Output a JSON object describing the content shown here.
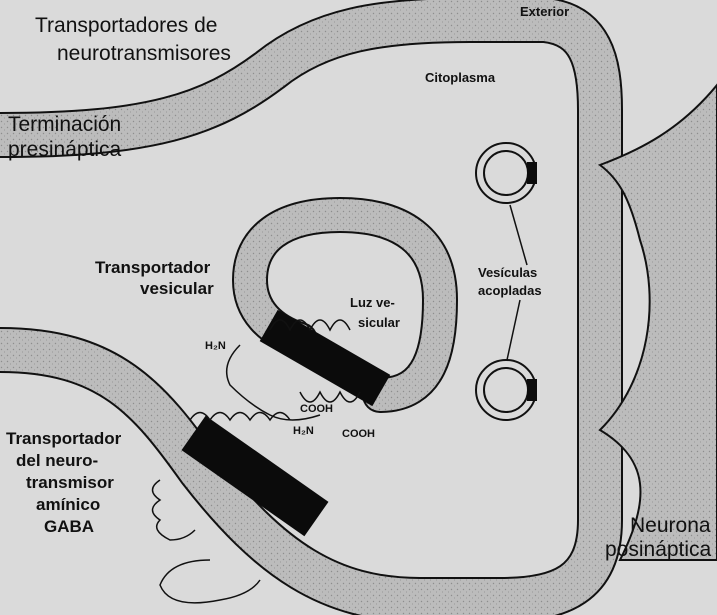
{
  "title_line1": "Transportadores de",
  "title_line2": "neurotransmisores",
  "exterior": "Exterior",
  "cytoplasm": "Citoplasma",
  "presynaptic_line1": "Terminación",
  "presynaptic_line2": "presináptica",
  "vesicular_transporter_line1": "Transportador",
  "vesicular_transporter_line2": "vesicular",
  "lumen_line1": "Luz ve-",
  "lumen_line2": "sicular",
  "docked_line1": "Vesículas",
  "docked_line2": "acopladas",
  "h2n_upper": "H₂N",
  "cooh_upper": "COOH",
  "h2n_lower": "H₂N",
  "cooh_lower": "COOH",
  "gaba_line1": "Transportador",
  "gaba_line2": "del neuro-",
  "gaba_line3": "transmisor",
  "gaba_line4": "amínico",
  "gaba_line5": "GABA",
  "postsynaptic_line1": "Neurona",
  "postsynaptic_line2": "posináptica",
  "colors": {
    "background": "#dadada",
    "membrane": "#b8b8b8",
    "outline": "#111111",
    "protein": "#0b0b0b"
  }
}
